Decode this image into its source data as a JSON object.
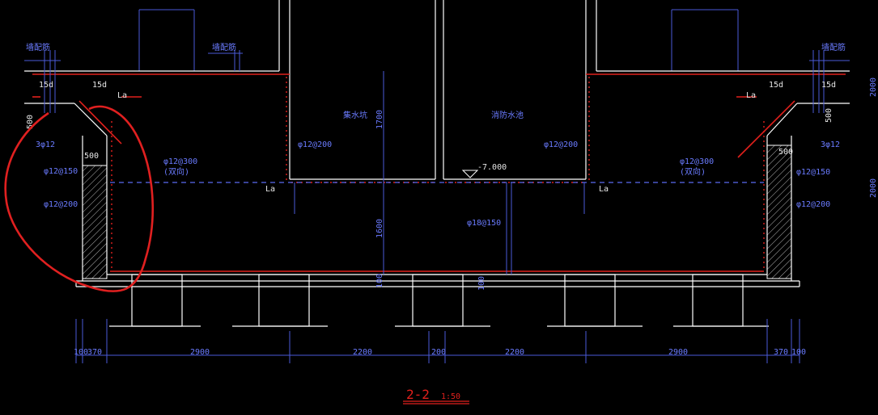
{
  "drawing": {
    "section_title": "2-2",
    "scale": "1:50",
    "colors": {
      "background": "#000000",
      "lines": "#ffffff",
      "dims": "#4a5ad8",
      "rebar": "#e0201c",
      "markup": "#e02020"
    }
  },
  "rooms": {
    "left_pit": "集水坑",
    "right_pit": "消防水池"
  },
  "labels": {
    "len_15d": "15d",
    "la": "La",
    "dim_500": "500",
    "bar_3_12": "3φ12",
    "bar_12_150": "φ12@150",
    "bar_12_200": "φ12@200",
    "bar_12_300": "φ12@300",
    "dual_way": "(双向)",
    "bar_12_200b": "φ12@200",
    "bar_18_150": "φ18@150",
    "elev": "-7.000",
    "h_1700": "1700",
    "h_1600": "1600",
    "h_100": "100",
    "side_2000": "2000",
    "side_2000b": "2000",
    "tag_left1": "墙配筋",
    "tag_left2": "墙配筋"
  },
  "dimensions": [
    "100",
    "370",
    "2900",
    "2200",
    "200",
    "2200",
    "2900",
    "370",
    "100"
  ]
}
